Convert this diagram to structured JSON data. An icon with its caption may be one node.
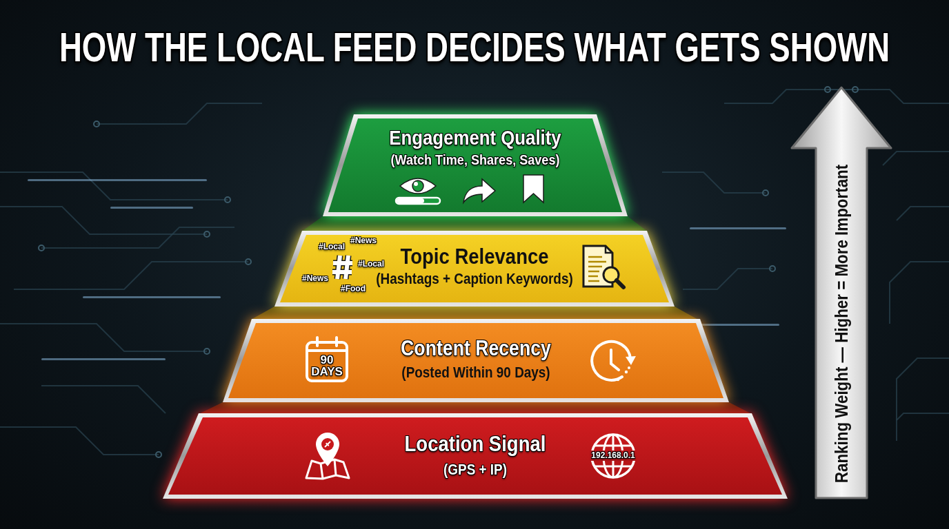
{
  "diagram": {
    "title": "HOW THE LOCAL FEED DECIDES WHAT GETS SHOWN",
    "nodes": [
      {
        "text": [
          "Engagement Quality",
          "(Watch Time, Shares, Saves)"
        ]
      },
      {
        "text": [
          "#Local",
          "#News",
          "#Local",
          "#News",
          "#Food",
          "Topic Relevance",
          "(Hashtags + Caption Keywords)"
        ]
      },
      {
        "text": [
          "90 DAYS",
          "Content Recency",
          "(Posted Within 90 Days)"
        ]
      },
      {
        "text": [
          "Location Signal",
          "(GPS + IP)",
          "192.168.0.1"
        ]
      },
      {
        "text": [
          "Ranking Weight — Higher = More Important"
        ]
      }
    ]
  }
}
